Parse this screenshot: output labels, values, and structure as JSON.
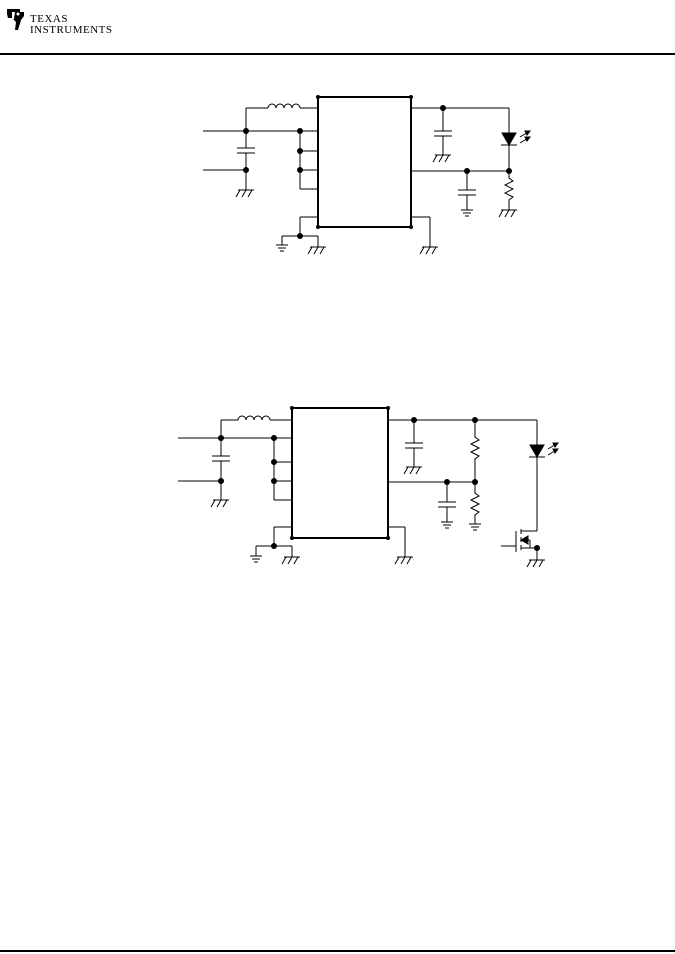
{
  "header": {
    "company_line1": "Texas",
    "company_line2": "Instruments",
    "logo_icon": "ti-logo-icon"
  },
  "colors": {
    "ink": "#000000",
    "background": "#ffffff"
  },
  "figures": [
    {
      "id": "figure-1",
      "load": "led-with-sense-resistor"
    },
    {
      "id": "figure-2",
      "load": "led-with-mosfet-switch"
    }
  ]
}
